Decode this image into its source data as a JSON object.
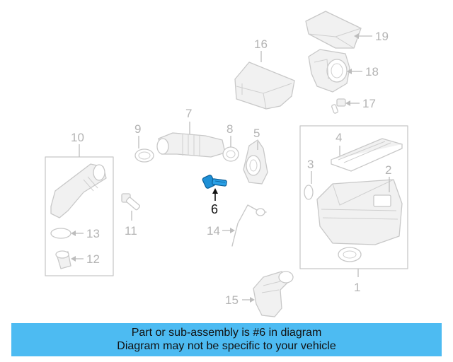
{
  "callouts": {
    "n1": "1",
    "n2": "2",
    "n3": "3",
    "n4": "4",
    "n5": "5",
    "n6": "6",
    "n7": "7",
    "n8": "8",
    "n9": "9",
    "n10": "10",
    "n11": "11",
    "n12": "12",
    "n13": "13",
    "n14": "14",
    "n15": "15",
    "n16": "16",
    "n17": "17",
    "n18": "18",
    "n19": "19"
  },
  "highlighted_part": "6",
  "colors": {
    "highlight_part": "#1e90d6",
    "banner_background": "#4dbbf2",
    "part_outline": "#c8c8c8"
  },
  "banner": {
    "line1": "Part or sub-assembly is #6 in diagram",
    "line2": "Diagram may not be specific to your vehicle"
  }
}
